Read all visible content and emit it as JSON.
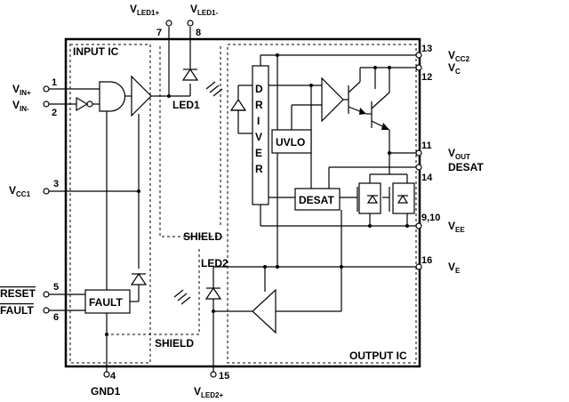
{
  "blocks": {
    "input_ic": "INPUT IC",
    "output_ic": "OUTPUT IC",
    "fault": "FAULT",
    "uvlo": "UVLO",
    "desat": "DESAT",
    "driver_letters": [
      "D",
      "R",
      "I",
      "V",
      "E",
      "R"
    ],
    "led1": "LED1",
    "led2": "LED2",
    "shield": "SHIELD"
  },
  "pins": {
    "vin_plus": {
      "base": "V",
      "sub": "IN+",
      "num": "1"
    },
    "vin_minus": {
      "base": "V",
      "sub": "IN-",
      "num": "2"
    },
    "vcc1": {
      "base": "V",
      "sub": "CC1",
      "num": "3"
    },
    "reset": {
      "label": "RESET",
      "num": "5"
    },
    "fault": {
      "label": "FAULT",
      "num": "6"
    },
    "gnd1": {
      "label": "GND1",
      "num": "4"
    },
    "vled1_plus": {
      "base": "V",
      "sub": "LED1+",
      "num": "7"
    },
    "vled1_minus": {
      "base": "V",
      "sub": "LED1-",
      "num": "8"
    },
    "vled2_plus": {
      "base": "V",
      "sub": "LED2+",
      "num": "15"
    },
    "vcc2": {
      "base": "V",
      "sub": "CC2",
      "num": "13"
    },
    "vc": {
      "base": "V",
      "sub": "C",
      "num": "12"
    },
    "vout": {
      "base": "V",
      "sub": "OUT",
      "num": "11"
    },
    "desat": {
      "label": "DESAT",
      "num": "14"
    },
    "vee": {
      "base": "V",
      "sub": "EE",
      "num": "9,10"
    },
    "ve": {
      "base": "V",
      "sub": "E",
      "num": "16"
    }
  }
}
